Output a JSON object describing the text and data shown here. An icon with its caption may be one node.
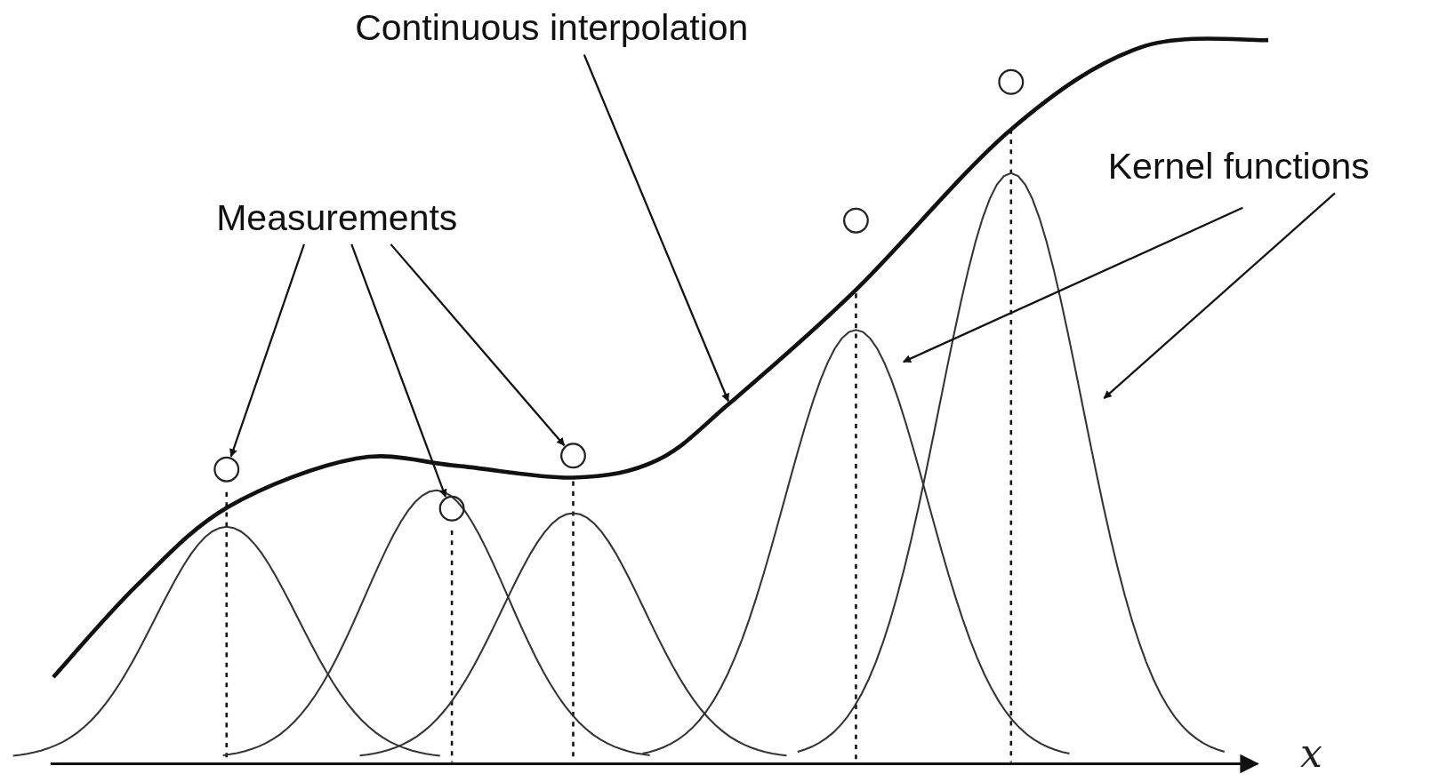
{
  "diagram": {
    "nodes": [
      {
        "text": [
          "Measurements"
        ]
      },
      {
        "text": [
          "Continuous interpolation"
        ]
      },
      {
        "text": [
          "Kernel functions"
        ]
      },
      {
        "text": [],
        "shape": "circle"
      },
      {
        "text": [],
        "shape": "circle"
      },
      {
        "text": [],
        "shape": "circle"
      },
      {
        "text": [],
        "shape": "circle"
      },
      {
        "text": [],
        "shape": "circle"
      }
    ],
    "edges": [
      {
        "from": 0,
        "to": 3,
        "arrow": "to"
      },
      {
        "from": 0,
        "to": 4,
        "arrow": "to"
      },
      {
        "from": 0,
        "to": 5,
        "arrow": "to"
      },
      {
        "from": 1,
        "to": null,
        "arrow": "to"
      },
      {
        "from": 2,
        "to": null,
        "arrow": "to"
      },
      {
        "from": 2,
        "to": null,
        "arrow": "to"
      }
    ],
    "labels": [
      "x"
    ]
  }
}
